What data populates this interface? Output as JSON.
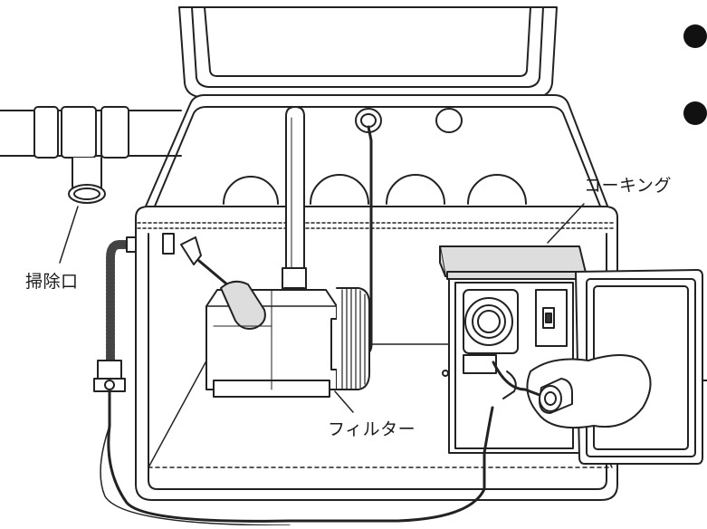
{
  "labels": {
    "caulking": "コーキング",
    "cleanout": "掃除口",
    "filter": "フィルター"
  },
  "colors": {
    "line": "#222222",
    "fill": "#ffffff",
    "shade": "#d9d9d9",
    "dark": "#555555"
  }
}
